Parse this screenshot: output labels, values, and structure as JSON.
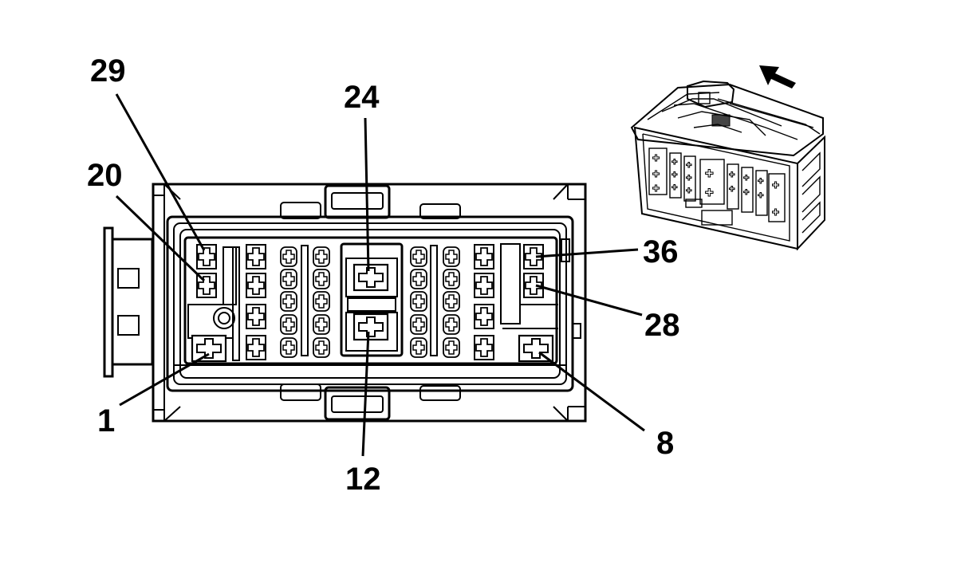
{
  "diagram": {
    "pin_labels": {
      "pin_29": "29",
      "pin_20": "20",
      "pin_24": "24",
      "pin_36": "36",
      "pin_28": "28",
      "pin_1": "1",
      "pin_12": "12",
      "pin_8": "8"
    },
    "icons": {
      "view_direction": "arrow-icon",
      "pin_cavity": "plus-icon",
      "iso_view": "connector-3d-view"
    }
  }
}
